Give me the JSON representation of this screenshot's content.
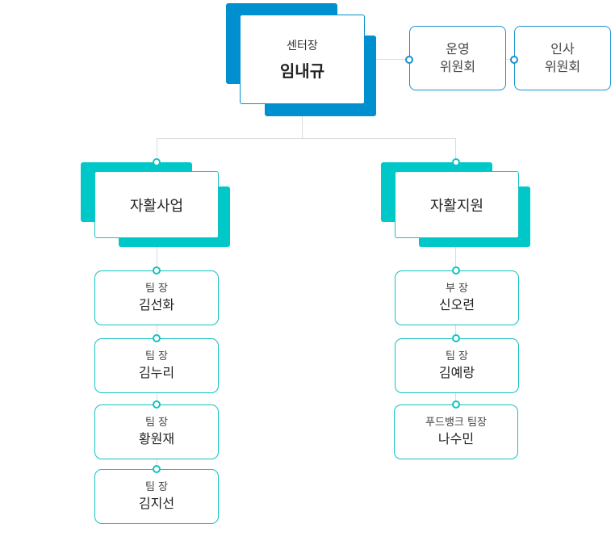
{
  "center": {
    "title": "센터장",
    "name": "임내규"
  },
  "committees": [
    {
      "line1": "운영",
      "line2": "위원회"
    },
    {
      "line1": "인사",
      "line2": "위원회"
    }
  ],
  "departments": [
    {
      "label": "자활사업",
      "teams": [
        {
          "role": "팀 장",
          "name": "김선화"
        },
        {
          "role": "팀 장",
          "name": "김누리"
        },
        {
          "role": "팀 장",
          "name": "황원재"
        },
        {
          "role": "팀 장",
          "name": "김지선"
        }
      ]
    },
    {
      "label": "자활지원",
      "teams": [
        {
          "role": "부 장",
          "name": "신오련"
        },
        {
          "role": "팀 장",
          "name": "김예랑"
        },
        {
          "role": "푸드뱅크 팀장",
          "name": "나수민"
        }
      ]
    }
  ],
  "colors": {
    "primary_blue": "#0090cf",
    "teal": "#00c8c8",
    "connector": "#dcdcdc"
  }
}
